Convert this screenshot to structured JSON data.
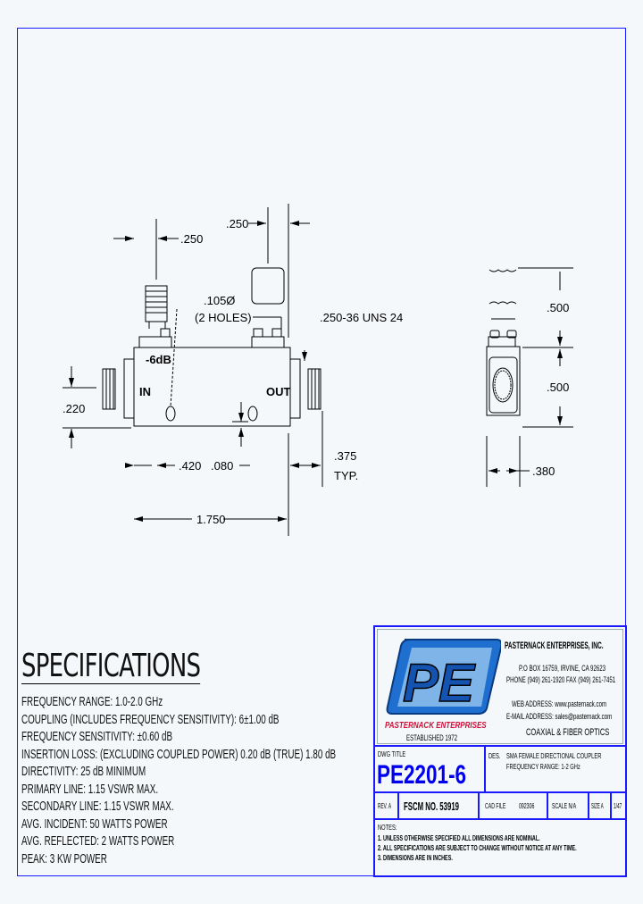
{
  "drawing": {
    "dims": {
      "top_connector_offset": ".250",
      "top_right_offset": ".250",
      "hole_dia": ".105Ø",
      "hole_count": "(2 HOLES)",
      "thread": ".250-36 UNS 24",
      "coupling_label": "-6dB",
      "in_label": "IN",
      "out_label": "OUT",
      "height_220": ".220",
      "hole_pos_420": ".420",
      "hole_pos_080": ".080",
      "connector_375": ".375",
      "typ": "TYP.",
      "length": "1.750",
      "side_500_top": ".500",
      "side_500": ".500",
      "side_380": ".380"
    }
  },
  "specs": {
    "title": "SPECIFICATIONS",
    "lines": [
      "FREQUENCY RANGE:  1.0-2.0 GHz",
      "COUPLING (INCLUDES FREQUENCY SENSITIVITY):  6±1.00 dB",
      "FREQUENCY SENSITIVITY:  ±0.60 dB",
      "INSERTION LOSS: (EXCLUDING COUPLED POWER) 0.20 dB (TRUE) 1.80 dB",
      "DIRECTIVITY:  25 dB MINIMUM",
      "PRIMARY LINE:  1.15 VSWR MAX.",
      "SECONDARY LINE:  1.15 VSWR MAX.",
      "AVG. INCIDENT:  50 WATTS  POWER",
      "AVG. REFLECTED:  2 WATTS POWER",
      "PEAK:  3 KW POWER"
    ]
  },
  "title_block": {
    "logo_text": "PE",
    "logo_brand": "PASTERNACK ENTERPRISES",
    "established": "ESTABLISHED 1972",
    "company": "PASTERNACK ENTERPRISES, INC.",
    "address": "P.O BOX 16759, IRVINE, CA 92623",
    "phone": "PHONE (949) 261-1920 FAX (949) 261-7451",
    "web": "WEB ADDRESS: www.pasternack.com",
    "email": "E-MAIL ADDRESS: sales@pasternack.com",
    "tagline": "COAXIAL & FIBER OPTICS",
    "dwg_title_label": "DWG TITLE",
    "part_number": "PE2201-6",
    "des_label": "DES.",
    "description": "SMA FEMALE DIRECTIONAL COUPLER",
    "freq_range": "FREQUENCY RANGE: 1-2 GHz",
    "rev": "REV. A",
    "fscm": "FSCM NO.  53919",
    "cad_file_label": "CAD FILE",
    "cad_file": "092306",
    "scale": "SCALE  N/A",
    "size": "SIZE  A",
    "sheet": "1/47",
    "notes_label": "NOTES:",
    "notes": [
      "1. UNLESS OTHERWISE SPECIFIED ALL DIMENSIONS ARE NOMINAL.",
      "2. ALL SPECIFICATIONS ARE SUBJECT TO CHANGE WITHOUT NOTICE AT ANY TIME.",
      "3. DIMENSIONS ARE IN INCHES."
    ],
    "colors": {
      "border": "#1a1aff",
      "logo_blue": "#1e6fd0",
      "brand_red": "#d0103a",
      "part_blue": "#0000ee"
    }
  }
}
